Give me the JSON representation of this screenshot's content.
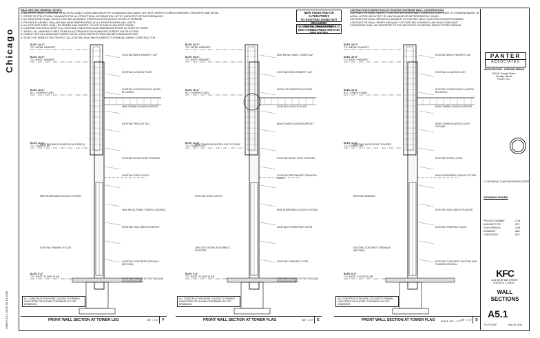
{
  "sheet": {
    "city": "Chicago",
    "side_code": "SHEET A5.1 DATE 05.18.2018"
  },
  "general_notes": {
    "heading": "WALL SECTION GENERAL NOTES:",
    "lines": [
      "1. ALL WORK SHALL CONFORM TO ALL APPLICABLE CODES AND INDUSTRY STANDARDS INCLUDING, BUT NOT LIMITED TO BRICK MASONRY, CONCRETE AND METAL.",
      "2. REFER TO STRUCTURAL DRAWINGS FOR ALL STRUCTURAL INFORMATION. NOTIFY ARCHITECT OF DISCREPANCIES.",
      "3. ALL NEW WORK SHALL MATCH EXISTING ADJACENT CONSTRUCTION UNLESS NOTED OTHERWISE.",
      "4. PROVIDE FLASHING, SEALANT AND WEATHERPROOFING AT ALL PENETRATIONS AND JOINTS.",
      "5. ALL EXPOSED STEEL SHALL BE PRIMED AND PAINTED. COLOR TO MATCH ADJACENT FINISH.",
      "6. CONTRACTOR SHALL VERIFY ALL EXISTING CONDITIONS AND DIMENSIONS PRIOR TO START OF WORK.",
      "7. INSTALL ALL MANUFACTURED ITEMS IN ACCORDANCE WITH MANUFACTURER'S INSTRUCTIONS.",
      "8. COMPLY WITH ALL MANUFACTURERS INSTALLATION INSTRUCTIONS AND RECOMMENDATIONS.",
      "9. SELECTIVE DEMOLITION: PROTECT ALL EXISTING BUILDING ELEMENTS TO REMAIN DURING CONSTRUCTION."
    ]
  },
  "signage_note": {
    "line1": "NEW SIGNS AND OR ALTERATIONS",
    "line2": "TO EXISTING SIGNS NOT INCLUDED",
    "line3": "IN BUILDING PERMIT"
  },
  "panel_note": {
    "line1": "NEW METAL PANEL TOWER IS",
    "line2": "NON COMBUSTIBLE WITH NO FIRE RATING"
  },
  "contractor_notes": {
    "heading": "CONTRACTOR'S INSPECTION OF EXISTING EXTERIOR WALL CONSTRUCTION:",
    "lines": [
      "CONTRACTOR SHALL INSPECT EXISTING EXTERIOR WALL CONSTRUCTION PRIOR TO COMMENCEMENT OF",
      "WORK. NOTIFY ARCHITECT OF ANY DAMAGE OR DETERIORATION FOUND.",
      "CONTRACTOR SHALL REPAIR ALL DAMAGE TO EXISTING WALL CONSTRUCTION AS REQUIRED.",
      "CONTRACTOR SHALL VERIFY ADEQUACY OF EXISTING ELEMENTS, ANY NON-COMPLIANT",
      "CONDITIONS SHALL BE REPORTED TO THE ARCHITECT IN WRITING PRIOR TO PROCEEDING."
    ]
  },
  "panels": [
    {
      "title": "FRONT WALL SECTION AT TOWER LEG",
      "scale": "3/8\" = 1'-0\"",
      "number": "F",
      "elevations": [
        "ELEV. 24'-6\"",
        "T.O. METAL PARAPET",
        "ELEV. 19'-0\"",
        "T.O. EXIST. PARAPET",
        "ELEV. 16'-6\"",
        "B.O. TOWER FLASH",
        "ELEV. 11'-6\"",
        "T.O. TOWER LEG",
        "ELEV. 0'-0\"",
        "T.O. EXIST. FLOOR SLAB"
      ],
      "labels": [
        "EXISTING BRICK PARAPET CAP",
        "EXISTING 4x WOOD PLATE",
        "EXISTING CONTINUOUS 2x WOOD BLOCKING",
        "NEW TOWER LEDGER SUPPORT",
        "EXISTING PRECAST SILL",
        "EXISTING BRICK VENEER (FACE BRICK)",
        "EXISTING WOOD ROOF TRUSSES",
        "EXISTING STEEL LINTEL",
        "NEW SUSPENDED CEILING SYSTEM",
        "NEW METAL PANEL TOWER CLADDING",
        "EXISTING FACE BRICK PILASTER",
        "EXISTING FINISHED FLOOR",
        "EXISTING CONCRETE SIDEWALK (BEYOND)",
        "EXISTING CONCRETE FOOTING AND FOUNDATION WALL",
        "ALL CONSTRUCTION WORK COLORS TO REMAIN UNALTERED OR SHOWN OTHERWISE ON THE DRAWINGS"
      ]
    },
    {
      "title": "FRONT WALL SECTION AT TOWER FLAG",
      "scale": "3/8\" = 1'-0\"",
      "number": "E",
      "elevations": [
        "ELEV. 24'-6\"",
        "T.O. METAL PARAPET",
        "ELEV. 19'-0\"",
        "T.O. EXIST. PARAPET",
        "ELEV. 16'-6\"",
        "B.O. TOWER FLASH",
        "ELEV. 11'-6\"",
        "T.O. TOWER LEG",
        "ELEV. 0'-0\"",
        "T.O. EXIST. FLOOR SLAB"
      ],
      "labels": [
        "NEW METAL PANEL TOWER CAP",
        "EXISTING BRICK PARAPET CAP",
        "DETAIL AT PARAPET BLOCKING",
        "EXISTING 4x WOOD PLATE",
        "NEW TOWER LEDGER SUPPORT",
        "NEW TOWER MOUNTED LIGHT FIXTURE",
        "EXISTING WOOD ROOF TRUSSES",
        "EXISTING PREFINISHED TRANSOM PANEL",
        "EXISTING STEEL LINTEL",
        "NEW SUSPENDED CEILING SYSTEM",
        "EXISTING STOREFRONT DOOR",
        "LINE OF EXISTING FACE BRICK PILASTER",
        "EXISTING FINISHED FLOOR",
        "EXISTING CONCRETE FOOTING AND FOUNDATION WALL",
        "ALL CONSTRUCTION WORK COLORS TO REMAIN UNALTERED OR SHOWN OTHERWISE ON THE DRAWINGS"
      ]
    },
    {
      "title": "FRONT WALL SECTION AT TOWER FLAG",
      "scale": "3/8\" = 1'-0\"",
      "number": "D",
      "elevations": [
        "ELEV. 24'-6\"",
        "T.O. METAL PARAPET",
        "ELEV. 19'-0\"",
        "T.O. EXIST. PARAPET",
        "ELEV. 16'-6\"",
        "B.O. TOWER FLASH",
        "ELEV. 11'-6\"",
        "T.O. TOWER LEG",
        "ELEV. 0'-0\"",
        "T.O. EXIST. FLOOR SLAB"
      ],
      "labels": [
        "EXISTING BRICK PARAPET CAP",
        "EXISTING 4x WOOD PLATE",
        "EXISTING CONTINUOUS 2x WOOD BLOCKING",
        "NEW TOWER LEDGER SUPPORT",
        "NEW TOWER MOUNTED LIGHT FIXTURE",
        "EXISTING WOOD ROOF TRUSSES",
        "EXISTING STEEL LINTEL",
        "NEW SUSPENDED CEILING SYSTEM",
        "EXISTING WINDOW",
        "EXISTING FACE BRICK PILASTER",
        "EXISTING FINISHED FLOOR",
        "EXISTING CONCRETE SIDEWALK (BEYOND)",
        "EXISTING CONCRETE FOOTING AND FOUNDATION WALL",
        "ALL CONSTRUCTION WORK COLORS TO REMAIN UNALTERED OR SHOWN OTHERWISE ON THE DRAWINGS"
      ]
    }
  ],
  "title_block": {
    "firm_line1": "PANTER",
    "firm_line2": "ASSOCIATES",
    "firm_sub": "ARCHITECTURE · INTERIOR DESIGN",
    "address": [
      "1875 W. Sample Street",
      "Chicago, Illinois",
      "Phone / Fax"
    ],
    "drawing_issued_label": "DRAWING ISSUED",
    "project_rows": [
      [
        "PROJECT NUMBER",
        "1736"
      ],
      [
        "BUILDING TYPE",
        "KFC"
      ],
      [
        "PLAN VERSION",
        "2018"
      ],
      [
        "DRAWN BY",
        "ABC"
      ],
      [
        "CHECKED BY",
        "DEF"
      ]
    ],
    "client": "KFC",
    "client_address": [
      "4126 WEST 26th STREET",
      "CHICAGO, IL 60623"
    ],
    "sheet_title_1": "WALL",
    "sheet_title_2": "SECTIONS",
    "sheet_number": "A5.1",
    "plot_date_label": "PLOT DATE",
    "plot_date": "May 18, 2018",
    "scale_label": "SCALE: 3/8\" = 1'-0\"",
    "copyright": "© COPYRIGHT 2018 PANTER ASSOCIATES"
  }
}
